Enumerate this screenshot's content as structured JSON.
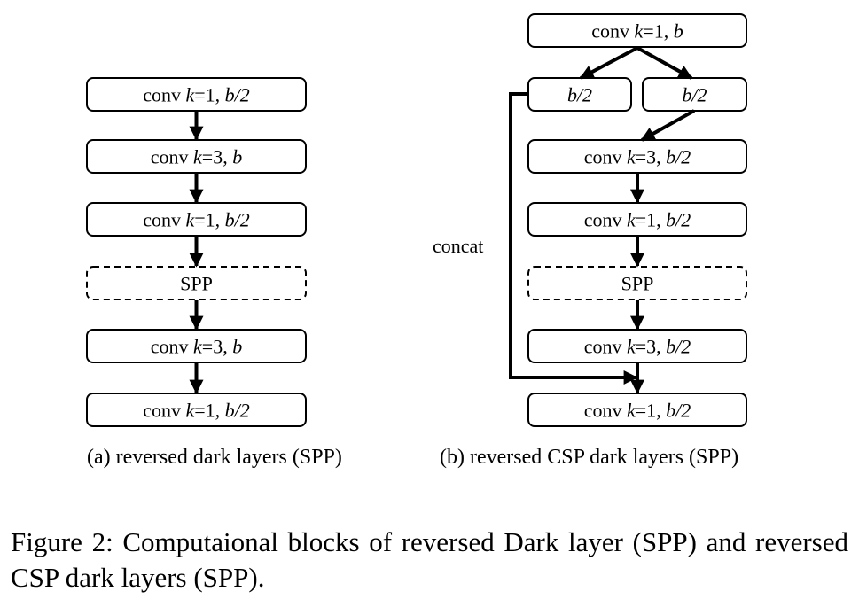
{
  "panel_a": {
    "blocks": [
      {
        "pre": "conv ",
        "k": "k",
        "eq": "=1, ",
        "b": "b/2",
        "style": "solid"
      },
      {
        "pre": "conv ",
        "k": "k",
        "eq": "=3, ",
        "b": "b",
        "style": "solid"
      },
      {
        "pre": "conv ",
        "k": "k",
        "eq": "=1, ",
        "b": "b/2",
        "style": "solid"
      },
      {
        "label": "SPP",
        "style": "dashed"
      },
      {
        "pre": "conv ",
        "k": "k",
        "eq": "=3, ",
        "b": "b",
        "style": "solid"
      },
      {
        "pre": "conv ",
        "k": "k",
        "eq": "=1, ",
        "b": "b/2",
        "style": "solid"
      }
    ],
    "subcaption": "(a) reversed dark layers (SPP)"
  },
  "panel_b": {
    "top_block": {
      "pre": "conv ",
      "k": "k",
      "eq": "=1, ",
      "b": "b"
    },
    "split_left": "b/2",
    "split_right": "b/2",
    "blocks": [
      {
        "pre": "conv ",
        "k": "k",
        "eq": "=3, ",
        "b": "b/2",
        "style": "solid"
      },
      {
        "pre": "conv ",
        "k": "k",
        "eq": "=1, ",
        "b": "b/2",
        "style": "solid"
      },
      {
        "label": "SPP",
        "style": "dashed"
      },
      {
        "pre": "conv ",
        "k": "k",
        "eq": "=3, ",
        "b": "b/2",
        "style": "solid"
      },
      {
        "pre": "conv ",
        "k": "k",
        "eq": "=1, ",
        "b": "b/2",
        "style": "solid"
      }
    ],
    "concat_label": "concat",
    "subcaption": "(b) reversed CSP dark layers (SPP)"
  },
  "caption": "Figure 2:  Computaional blocks of reversed Dark layer (SPP) and reversed CSP dark layers (SPP)."
}
